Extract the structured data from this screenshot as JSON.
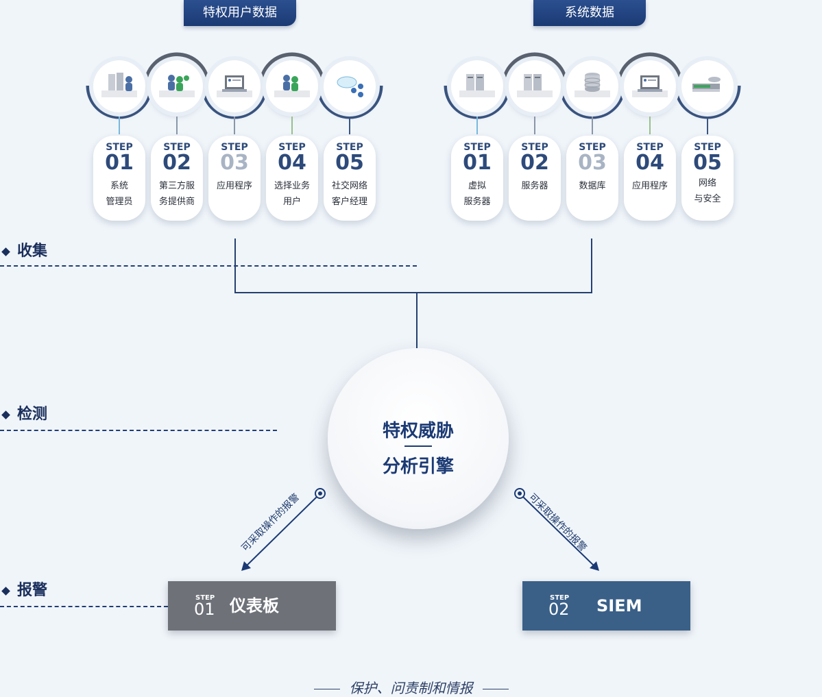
{
  "groups": [
    {
      "title": "特权用户数据",
      "steps": [
        {
          "label": "STEP",
          "num": "01",
          "desc1": "系统",
          "desc2": "管理员",
          "icon": "admin-icon"
        },
        {
          "label": "STEP",
          "num": "02",
          "desc1": "第三方服",
          "desc2": "务提供商",
          "icon": "third-party-icon"
        },
        {
          "label": "STEP",
          "num": "03",
          "desc1": "应用程序",
          "desc2": "",
          "icon": "application-icon"
        },
        {
          "label": "STEP",
          "num": "04",
          "desc1": "选择业务",
          "desc2": "用户",
          "icon": "business-user-icon"
        },
        {
          "label": "STEP",
          "num": "05",
          "desc1": "社交网络",
          "desc2": "客户经理",
          "icon": "social-network-icon"
        }
      ]
    },
    {
      "title": "系统数据",
      "steps": [
        {
          "label": "STEP",
          "num": "01",
          "desc1": "虚拟",
          "desc2": "服务器",
          "icon": "virtual-server-icon"
        },
        {
          "label": "STEP",
          "num": "02",
          "desc1": "服务器",
          "desc2": "",
          "icon": "server-icon"
        },
        {
          "label": "STEP",
          "num": "03",
          "desc1": "数据库",
          "desc2": "",
          "icon": "database-icon"
        },
        {
          "label": "STEP",
          "num": "04",
          "desc1": "应用程序",
          "desc2": "",
          "icon": "application-icon"
        },
        {
          "label": "STEP",
          "num": "05",
          "desc1": "网络",
          "desc2": "与安全",
          "icon": "network-security-icon"
        }
      ]
    }
  ],
  "sections": {
    "collect": "收集",
    "detect": "检测",
    "alert": "报警"
  },
  "engine": {
    "line1": "特权威胁",
    "line2": "分析引擎"
  },
  "arrows": {
    "left": "可采取操作的报警",
    "right": "可采取操作的报警"
  },
  "outputs": [
    {
      "step": "STEP",
      "num": "01",
      "label": "仪表板",
      "color": "#6e7178"
    },
    {
      "step": "STEP",
      "num": "02",
      "label": "SIEM",
      "color": "#3a6088"
    }
  ],
  "footer": "保护、问责制和情报",
  "colors": {
    "navy": "#1b3a74",
    "accent_blue": "#3a6088",
    "grey_box": "#6e7178"
  }
}
